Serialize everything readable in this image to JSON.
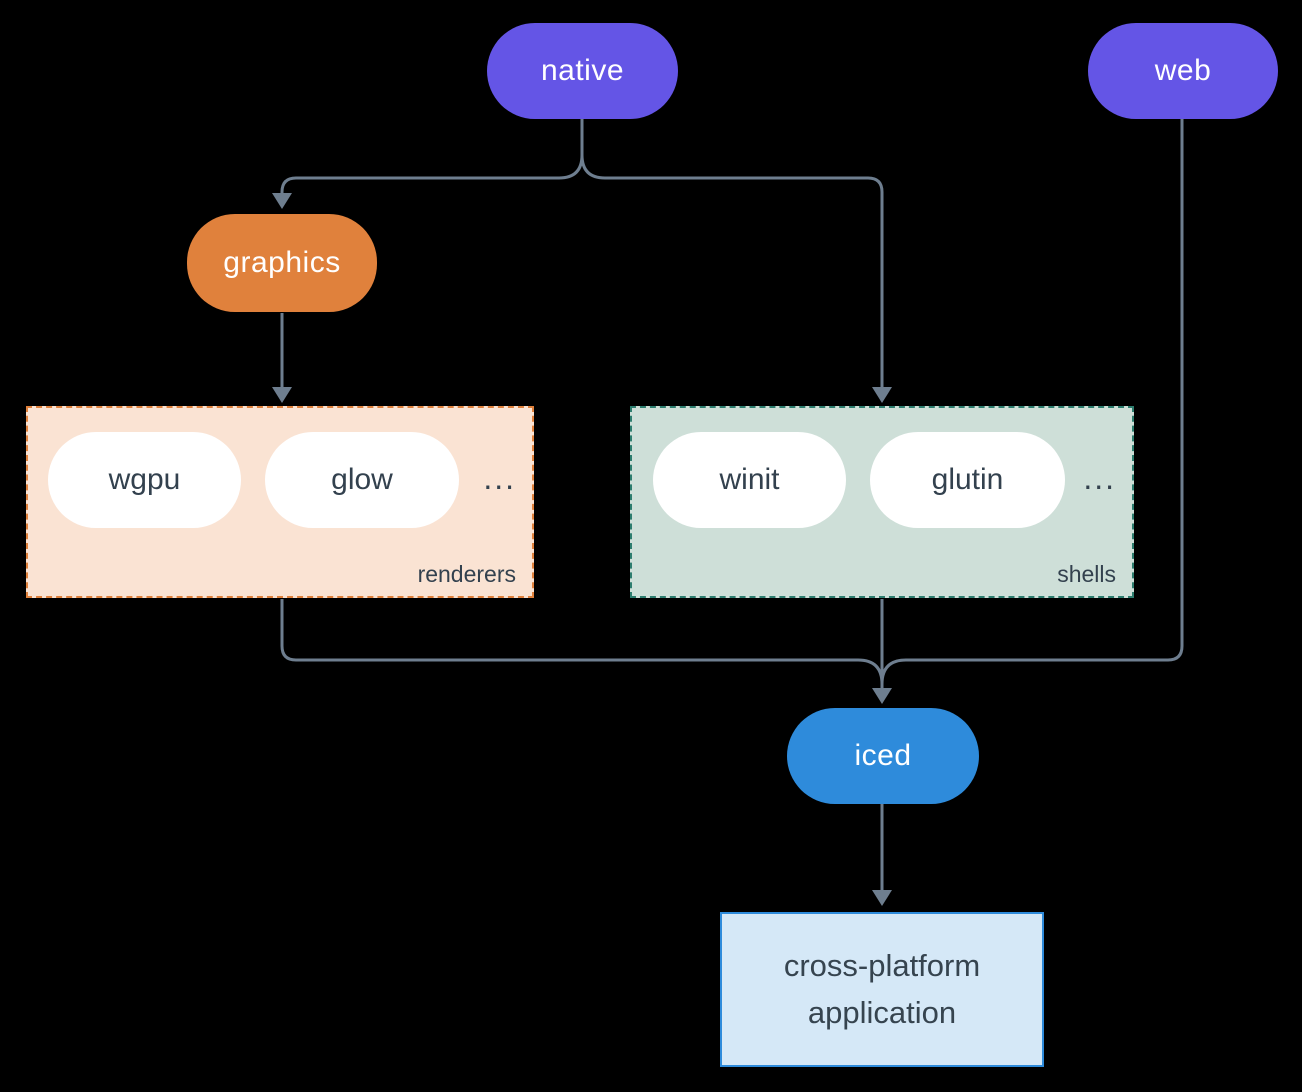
{
  "nodes": {
    "native": {
      "label": "native",
      "fill": "#6455e6"
    },
    "web": {
      "label": "web",
      "fill": "#6455e6"
    },
    "graphics": {
      "label": "graphics",
      "fill": "#e0813c"
    },
    "iced": {
      "label": "iced",
      "fill": "#2e8bdb"
    },
    "application": {
      "label": "cross-platform application",
      "fill": "#d5e8f7",
      "border": "#2e8bdb"
    }
  },
  "groups": {
    "renderers": {
      "label": "renderers",
      "fill": "#fae3d3",
      "border": "#e0813c",
      "items": [
        {
          "label": "wgpu"
        },
        {
          "label": "glow"
        }
      ],
      "ellipsis": "..."
    },
    "shells": {
      "label": "shells",
      "fill": "#cedfd8",
      "border": "#2d7d6e",
      "items": [
        {
          "label": "winit"
        },
        {
          "label": "glutin"
        }
      ],
      "ellipsis": "..."
    }
  },
  "colors": {
    "background": "#000000",
    "connector": "#6e7e8f",
    "node_text": "#ffffff",
    "dark_text": "#33414e"
  }
}
